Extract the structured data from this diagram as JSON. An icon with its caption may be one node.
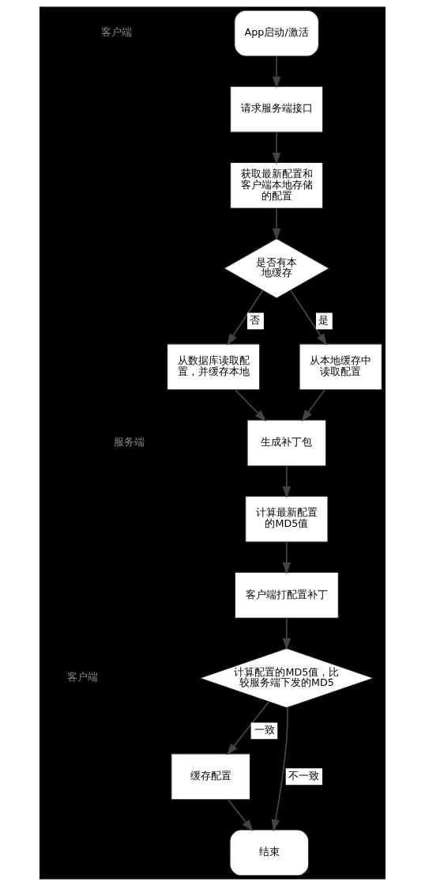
{
  "diagram": {
    "nodes": [
      {
        "text": [
          "App启动/激活"
        ]
      },
      {
        "text": [
          "请求服务端接口"
        ]
      },
      {
        "text": [
          "获取最新配置和客户端本地存储的配置"
        ]
      },
      {
        "text": [
          "是否有本地缓存"
        ]
      },
      {
        "text": [
          "从数据库读取配置，并缓存本地"
        ]
      },
      {
        "text": [
          "从本地缓存中读取配置"
        ]
      },
      {
        "text": [
          "生成补丁包"
        ]
      },
      {
        "text": [
          "计算最新配置的MD5值"
        ]
      },
      {
        "text": [
          "客户端打配置补丁"
        ]
      },
      {
        "text": [
          "计算配置的MD5值，比较服务端下发的MD5"
        ]
      },
      {
        "text": [
          "缓存配置"
        ]
      },
      {
        "text": [
          "结束"
        ]
      }
    ],
    "edges": [
      {
        "from": 0,
        "to": 1,
        "arrow": "to"
      },
      {
        "from": 1,
        "to": 2,
        "arrow": "to"
      },
      {
        "from": 2,
        "to": 3,
        "arrow": "to"
      },
      {
        "from": 3,
        "to": 4,
        "arrow": "to",
        "label": "否"
      },
      {
        "from": 3,
        "to": 5,
        "arrow": "to",
        "label": "是"
      },
      {
        "from": 4,
        "to": 6,
        "arrow": "to"
      },
      {
        "from": 5,
        "to": 6,
        "arrow": "to"
      },
      {
        "from": 6,
        "to": 7,
        "arrow": "to"
      },
      {
        "from": 7,
        "to": 8,
        "arrow": "to"
      },
      {
        "from": 8,
        "to": 9,
        "arrow": "to"
      },
      {
        "from": 9,
        "to": 10,
        "arrow": "to",
        "label": "一致"
      },
      {
        "from": 10,
        "to": 11,
        "arrow": "to"
      },
      {
        "from": 9,
        "to": 11,
        "arrow": "to",
        "label": "不一致"
      }
    ],
    "labels": [
      "客户端",
      "服务端",
      "客户端"
    ]
  }
}
